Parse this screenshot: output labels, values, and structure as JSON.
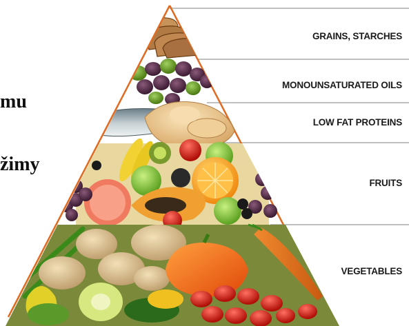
{
  "tiers": [
    {
      "label": "GRAINS, STARCHES",
      "icon": "bread-slices-icon"
    },
    {
      "label": "MONOUNSATURATED OILS",
      "icon": "olives-icon"
    },
    {
      "label": "LOW FAT PROTEINS",
      "icon": "fish-chicken-icon"
    },
    {
      "label": "FRUITS",
      "icon": "fruits-icon"
    },
    {
      "label": "VEGETABLES",
      "icon": "vegetables-icon"
    }
  ],
  "side_text": {
    "line1": "mu",
    "line2": "žimy"
  },
  "colors": {
    "divider": "#9a9a9a",
    "label": "#1a1a1a",
    "background": "#ffffff"
  }
}
